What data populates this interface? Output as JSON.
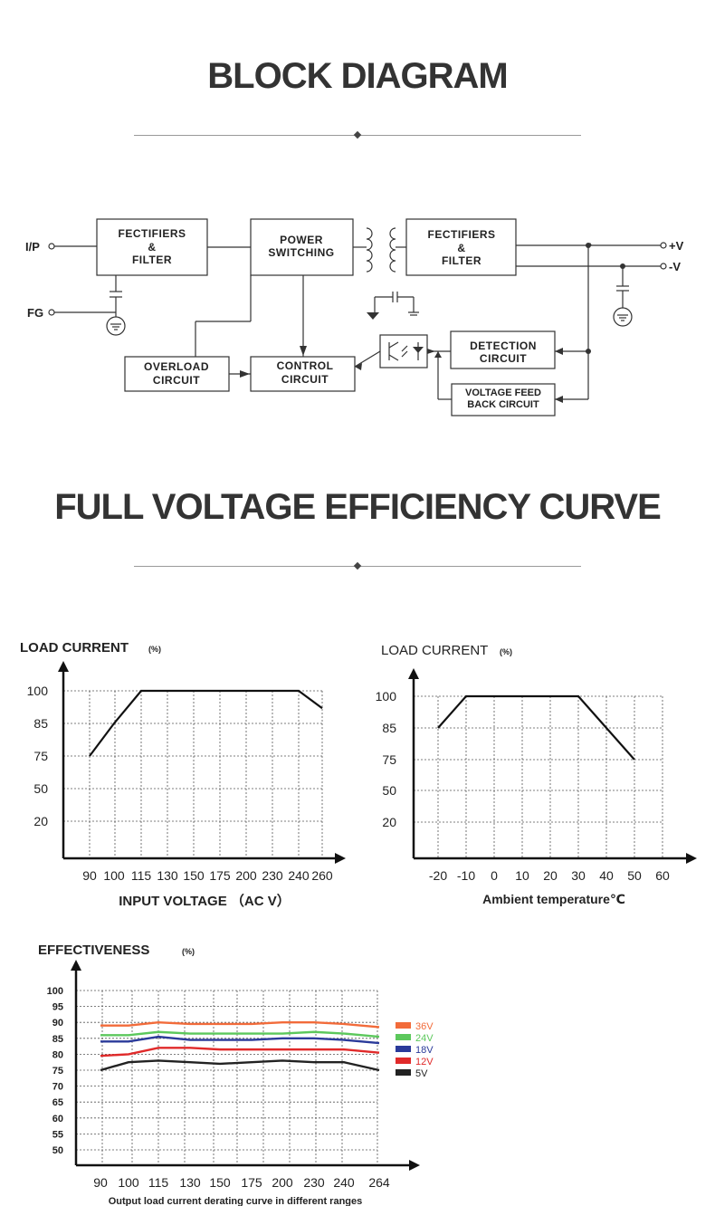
{
  "titles": {
    "block_diagram": "BLOCK DIAGRAM",
    "efficiency_curve": "FULL VOLTAGE EFFICIENCY CURVE"
  },
  "block_diagram": {
    "input_label": "I/P",
    "fg_label": "FG",
    "out_pos": "+V",
    "out_neg": "-V",
    "boxes": {
      "rect1": [
        "FECTIFIERS",
        "&",
        "FILTER"
      ],
      "power": [
        "POWER",
        "SWITCHING"
      ],
      "rect2": [
        "FECTIFIERS",
        "&",
        "FILTER"
      ],
      "overload": [
        "OVERLOAD",
        "CIRCUIT"
      ],
      "control": [
        "CONTROL",
        "CIRCUIT"
      ],
      "detection": [
        "DETECTION",
        "CIRCUIT"
      ],
      "feedback": [
        "VOLTAGE FEED",
        "BACK CIRCUIT"
      ]
    }
  },
  "chart_data": [
    {
      "type": "line",
      "title": "LOAD CURRENT",
      "title_unit": "(%)",
      "xlabel": "INPUT VOLTAGE （AC V）",
      "categories": [
        "90",
        "100",
        "115",
        "130",
        "150",
        "175",
        "200",
        "230",
        "240",
        "260"
      ],
      "yticks": [
        100,
        85,
        75,
        50,
        20
      ],
      "series": [
        {
          "values": [
            75,
            85,
            100,
            100,
            100,
            100,
            100,
            100,
            100,
            92
          ]
        }
      ],
      "grid": true
    },
    {
      "type": "line",
      "title": "LOAD CURRENT",
      "title_unit": "(%)",
      "xlabel": "Ambient temperature℃",
      "x": [
        -20,
        -10,
        0,
        10,
        20,
        30,
        40,
        50,
        60
      ],
      "x_labels": [
        "-20",
        "-10",
        "0",
        "10",
        "20",
        "30",
        "40",
        "50",
        "60"
      ],
      "yticks": [
        100,
        85,
        75,
        50,
        20
      ],
      "series": [
        {
          "points": [
            [
              -20,
              85
            ],
            [
              -10,
              100
            ],
            [
              30,
              100
            ],
            [
              50,
              75
            ]
          ]
        }
      ],
      "grid": true
    },
    {
      "type": "line",
      "title": "EFFECTIVENESS",
      "title_unit": "(%)",
      "xlabel": "Output load current derating curve in different ranges",
      "categories": [
        "90",
        "100",
        "115",
        "130",
        "150",
        "175",
        "200",
        "230",
        "240",
        "264"
      ],
      "yticks": [
        100,
        95,
        90,
        85,
        80,
        75,
        70,
        65,
        60,
        55,
        50
      ],
      "series": [
        {
          "name": "36V",
          "color": "#f26b3a",
          "values": [
            89,
            89,
            90,
            89.5,
            89.5,
            89.5,
            90,
            90,
            89.5,
            88.5
          ]
        },
        {
          "name": "24V",
          "color": "#5cc85c",
          "values": [
            86,
            86,
            87,
            86.5,
            86.5,
            86.5,
            86.5,
            87,
            86.5,
            85.5
          ]
        },
        {
          "name": "18V",
          "color": "#2a3a9a",
          "values": [
            84,
            84,
            85.5,
            84.5,
            84.5,
            84.5,
            85,
            85,
            84.5,
            83.5
          ]
        },
        {
          "name": "12V",
          "color": "#e02a2a",
          "values": [
            79.5,
            80,
            82,
            82,
            81.5,
            81.5,
            81.5,
            81.5,
            81.5,
            80.5
          ]
        },
        {
          "name": "5V",
          "color": "#222222",
          "values": [
            75,
            77.5,
            78,
            77.5,
            77,
            77.5,
            78,
            77.5,
            77.5,
            75
          ]
        }
      ],
      "legend": "right",
      "grid": true
    }
  ]
}
